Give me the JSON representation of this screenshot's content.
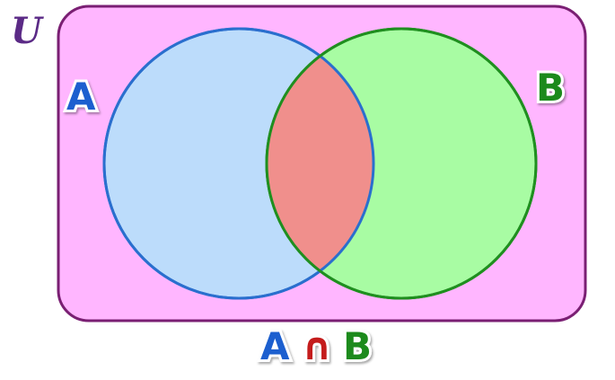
{
  "universe": {
    "label": "U",
    "fill": "#ffb6ff",
    "stroke": "#7a1f73",
    "label_color": "#5b2a86"
  },
  "set_a": {
    "label": "A",
    "fill": "#bcdcfb",
    "stroke": "#2a6fce",
    "label_color": "#1d5fcf"
  },
  "set_b": {
    "label": "B",
    "fill": "#a8fca3",
    "stroke": "#1f8f1f",
    "label_color": "#1c8a1c"
  },
  "intersection": {
    "fill": "#f08f8c"
  },
  "caption": {
    "left": "A",
    "operator": "∩",
    "right": "B",
    "left_color": "#1d5fcf",
    "operator_color": "#c41e1e",
    "right_color": "#1c8a1c"
  }
}
